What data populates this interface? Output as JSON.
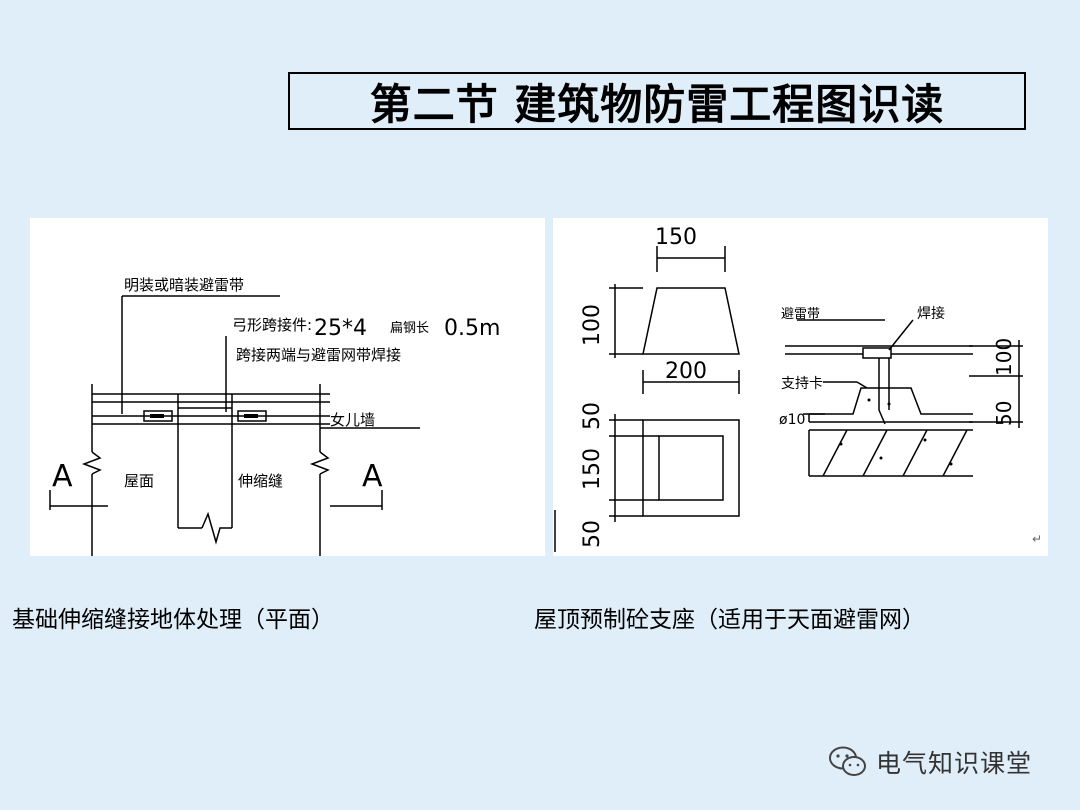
{
  "slide": {
    "title": "第二节 建筑物防雷工程图识读"
  },
  "left_figure": {
    "labels": {
      "exposed_belt": "明装或暗装避雷带",
      "bow_connector": "弓形跨接件:",
      "bow_spec": "25*4",
      "bow_length_prefix": "扁钢长",
      "bow_length_value": "0.5m",
      "welding_note": "跨接两端与避雷网带焊接",
      "parapet": "女儿墙",
      "roof": "屋面",
      "expansion_joint": "伸缩缝",
      "section_left": "A",
      "section_right": "A"
    },
    "caption": "基础伸缩缝接地体处理（平面）"
  },
  "right_figure": {
    "dimensions": {
      "top_width": "150",
      "height": "100",
      "bottom_width": "200",
      "plan_top_margin": "50",
      "plan_inner": "150",
      "plan_bottom_margin": "50",
      "section_height": "100",
      "section_height_extra": "50"
    },
    "labels": {
      "lightning_belt": "避雷带",
      "weld": "焊接",
      "support_clip": "支持卡",
      "rod_dia": "ø10"
    },
    "caption": "屋顶预制砼支座（适用于天面避雷网）"
  },
  "watermark": {
    "text": "电气知识课堂",
    "icon": "wechat-icon"
  },
  "colors": {
    "background": "#dfeef8",
    "panel": "#ffffff",
    "ink": "#000000"
  }
}
